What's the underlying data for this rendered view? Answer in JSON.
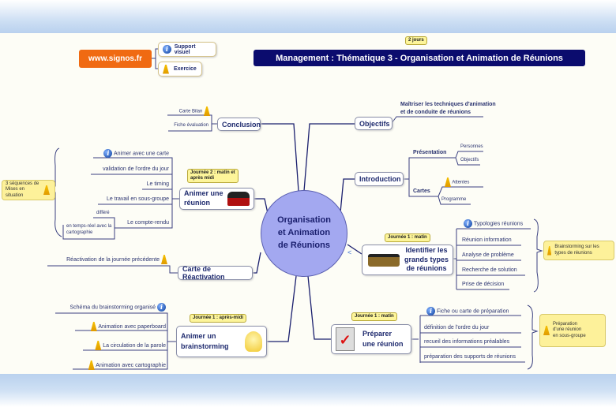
{
  "header": {
    "site": "www.signos.fr",
    "title": "Management : Thématique 3 - Organisation et Animation de Réunions",
    "duration": "2 jours"
  },
  "legend": {
    "support_visuel": "Support visuel",
    "exercice": "Exercice"
  },
  "center": {
    "line1": "Organisation",
    "line2": "et Animation",
    "line3": "de Réunions"
  },
  "objectifs": {
    "label": "Objectifs",
    "leaf_line1": "Maîtriser les techniques d'animation",
    "leaf_line2": "et de conduite de réunions"
  },
  "introduction": {
    "label": "Introduction",
    "presentation": "Présentation",
    "personnes": "Personnes",
    "objectifs": "Objectifs",
    "cartes": "Cartes",
    "attentes": "Attentes",
    "programme": "Programme"
  },
  "identifier": {
    "label_line1": "Identifier les",
    "label_line2": "grands types",
    "label_line3": "de réunions",
    "callout": "Journée 1 : matin",
    "leaves": [
      "Typologies réunions",
      "Réunion information",
      "Analyse de problème",
      "Recherche de solution",
      "Prise de décision"
    ],
    "note": "Brainstorming sur les types de réunions"
  },
  "preparer": {
    "label_line1": "Préparer",
    "label_line2": "une réunion",
    "callout": "Journée 1 : matin",
    "leaves": [
      "Fiche ou carte de préparation",
      "définition de l'ordre du jour",
      "recueil des informations préalables",
      "préparation des supports de réunions"
    ],
    "note": "Préparation d'une réunion en sous-groupe"
  },
  "conclusion": {
    "label": "Conclusion",
    "carte_bilan": "Carte Bilan",
    "fiche": "Fiche évaluation"
  },
  "animer_reunion": {
    "label_line1": "Animer une",
    "label_line2": "réunion",
    "callout": "Journée 2 : matin et après midi",
    "leaves": [
      "Animer avec une carte",
      "validation de l'ordre du jour",
      "Le timing",
      "Le travail en sous-groupe",
      "Le compte-rendu"
    ],
    "differe": "différé",
    "temps_reel": "en temps-réel avec la cartographie",
    "note": "3 séquences de Mises en situation"
  },
  "reactivation": {
    "label": "Carte de Réactivation",
    "leaf": "Réactivation de la journée précédente"
  },
  "brainstorming": {
    "label_line1": "Animer un",
    "label_line2": "brainstorming",
    "callout": "Journée 1 : après-midi",
    "leaves": [
      "Schéma du brainstorming organisé",
      "Animation avec paperboard",
      "La circulation de la parole",
      "Animation avec cartographie"
    ]
  }
}
